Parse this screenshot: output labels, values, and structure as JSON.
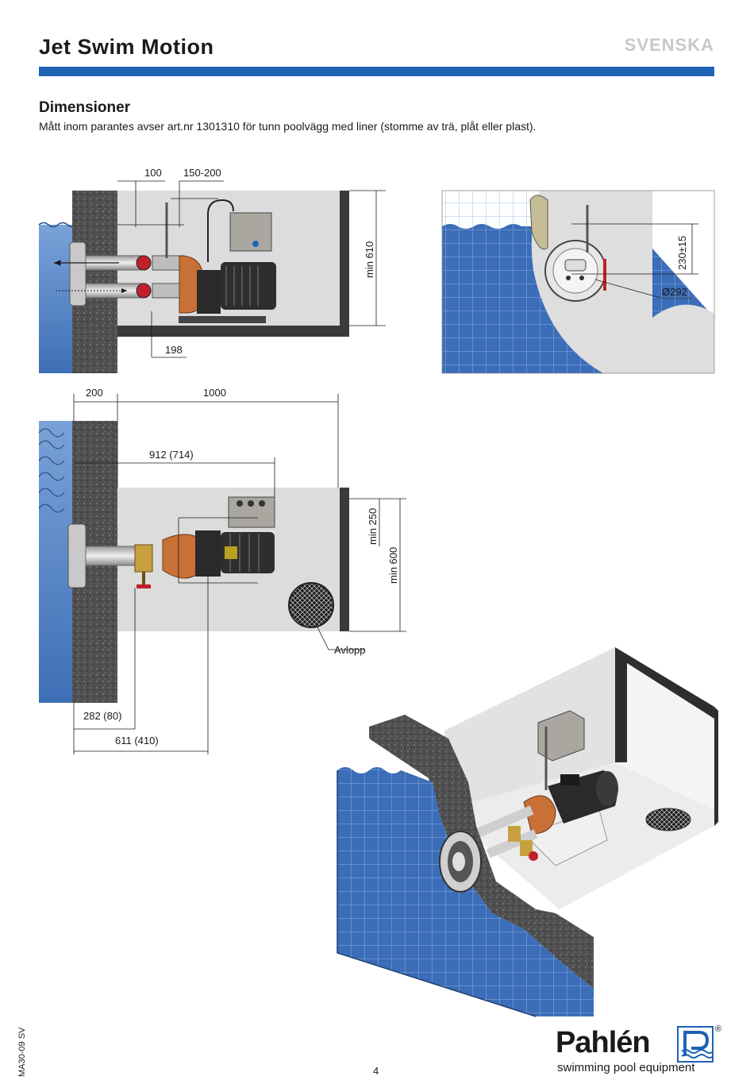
{
  "header": {
    "title": "Jet Swim Motion",
    "language": "SVENSKA",
    "accent_color": "#1e63b4"
  },
  "section": {
    "heading": "Dimensioner",
    "intro": "Mått inom parantes avser art.nr 1301310 för tunn poolvägg med liner (stomme av trä, plåt eller plast)."
  },
  "top_view": {
    "dim_100": "100",
    "dim_150_200": "150-200",
    "dim_198": "198",
    "dim_min_610": "min 610"
  },
  "front_view": {
    "dim_230": "230±15",
    "dim_292": "Ø292"
  },
  "side_view": {
    "dim_200": "200",
    "dim_1000": "1000",
    "dim_912": "912 (714)",
    "dim_min_250": "min 250",
    "dim_min_600": "min 600",
    "drain_label": "Avlopp",
    "dim_282": "282 (80)",
    "dim_611": "611 (410)"
  },
  "footer": {
    "doc_id": "MA30-09 SV",
    "page_number": "4",
    "brand": "Pahlén",
    "brand_tagline": "swimming pool equipment",
    "registered": "®"
  },
  "colors": {
    "water": "#3b6db8",
    "tile_grid": "#cfe0f2",
    "concrete": "#5a5a5a",
    "pump_body": "#2a2a2a",
    "copper": "#c87137",
    "pump_room": "#dcdcdc"
  }
}
